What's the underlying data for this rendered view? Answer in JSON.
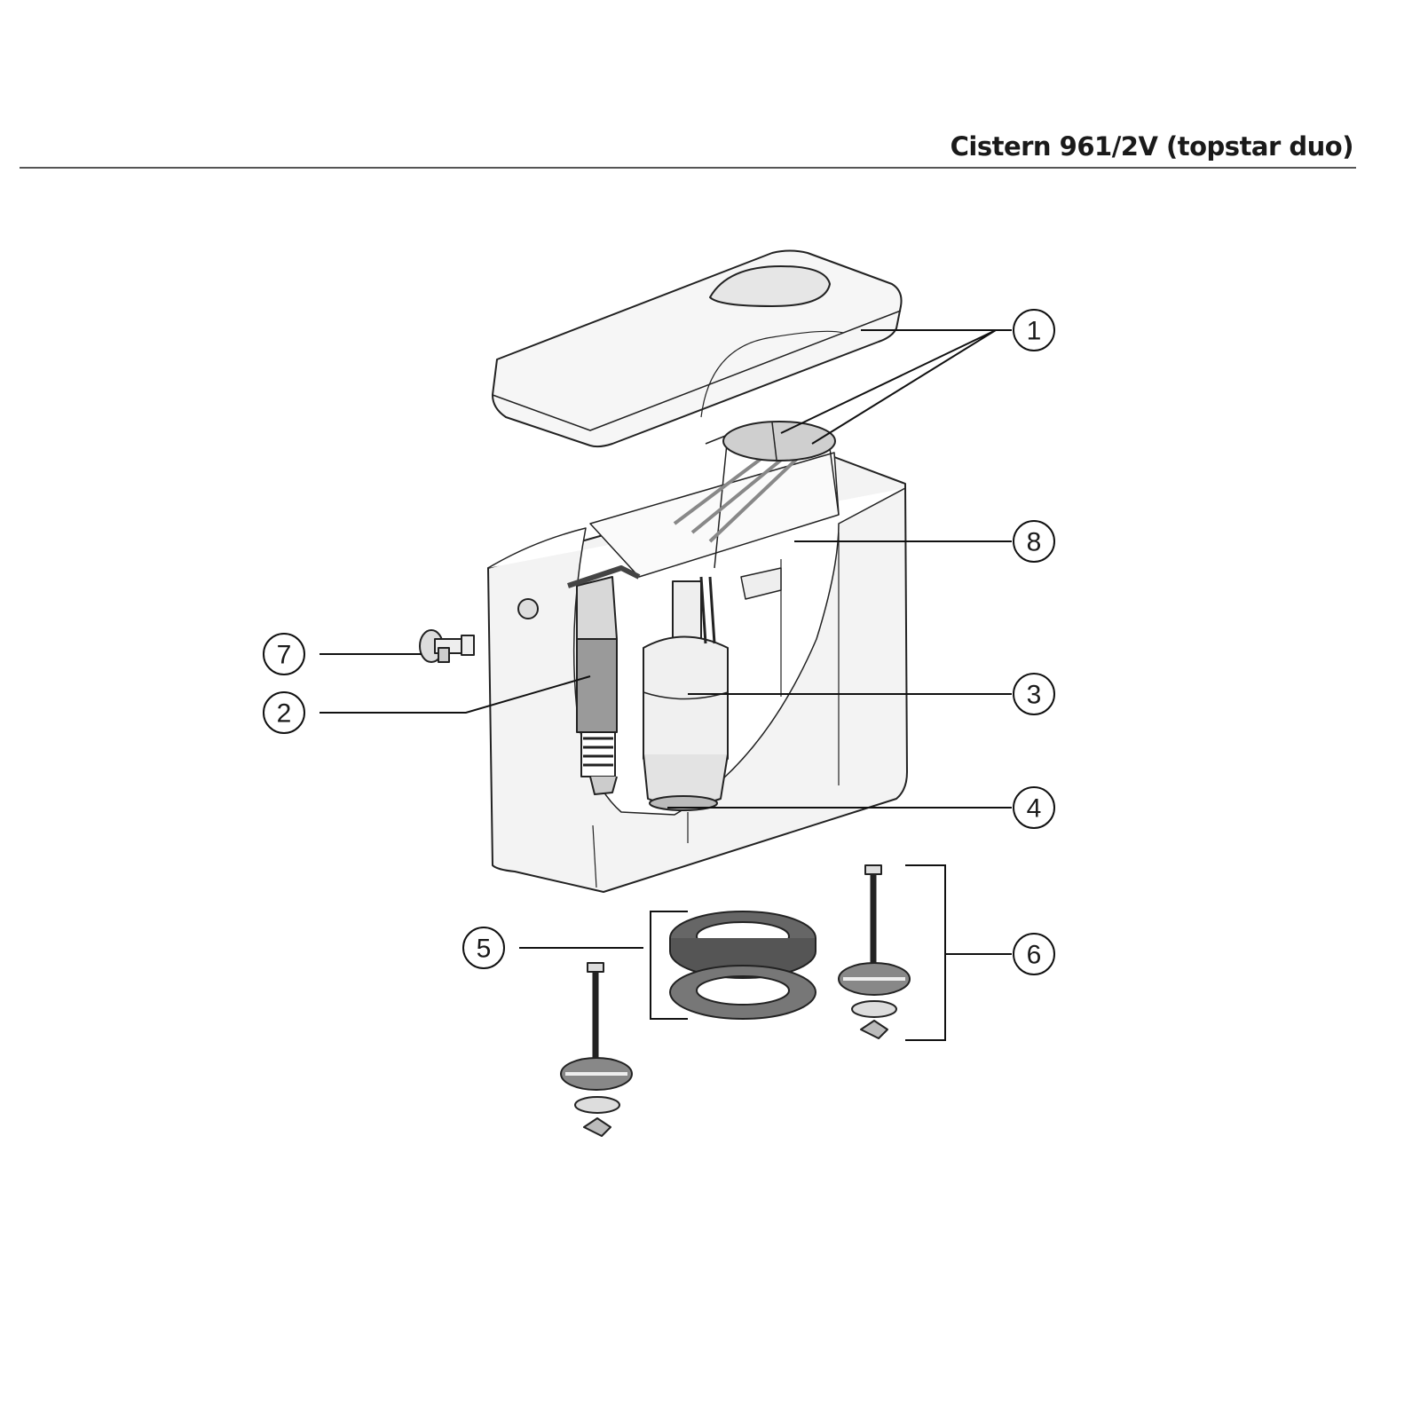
{
  "title": "Cistern 961/2V (topstar duo)",
  "callouts": [
    {
      "label": "1"
    },
    {
      "label": "2"
    },
    {
      "label": "3"
    },
    {
      "label": "4"
    },
    {
      "label": "5"
    },
    {
      "label": "6"
    },
    {
      "label": "7"
    },
    {
      "label": "8"
    }
  ]
}
